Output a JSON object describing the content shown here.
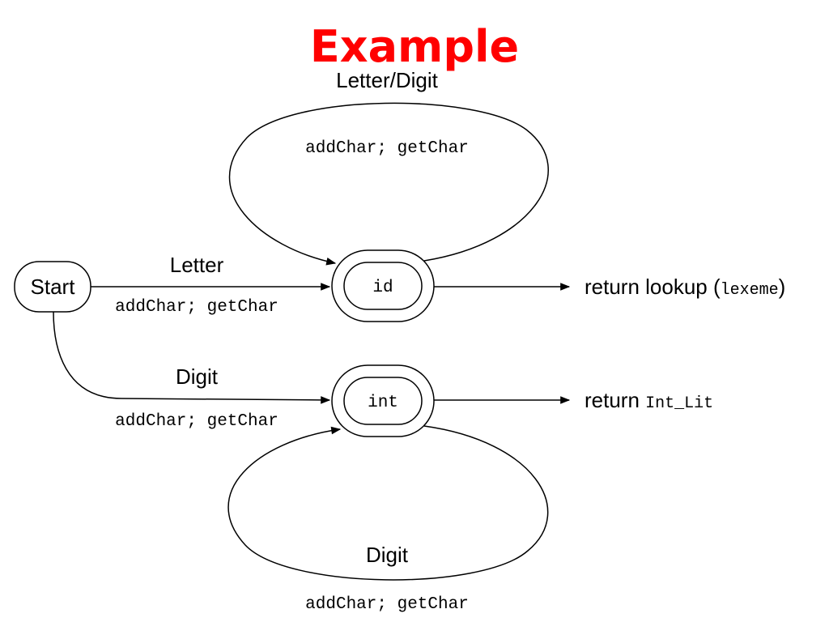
{
  "title": "Example",
  "colors": {
    "title": "#ff0000",
    "stroke": "#000000"
  },
  "nodes": {
    "start": "Start",
    "id": "id",
    "int": "int"
  },
  "edges": {
    "id_loop": {
      "condition": "Letter/Digit",
      "action": "addChar; getChar"
    },
    "start_to_id": {
      "condition": "Letter",
      "action": "addChar; getChar"
    },
    "start_to_int": {
      "condition": "Digit",
      "action": "addChar; getChar"
    },
    "int_loop": {
      "condition": "Digit",
      "action": "addChar; getChar"
    }
  },
  "outputs": {
    "id_prefix": "return lookup (",
    "id_arg": "lexeme",
    "id_suffix": ")",
    "int_prefix": "return ",
    "int_arg": "Int_Lit"
  }
}
